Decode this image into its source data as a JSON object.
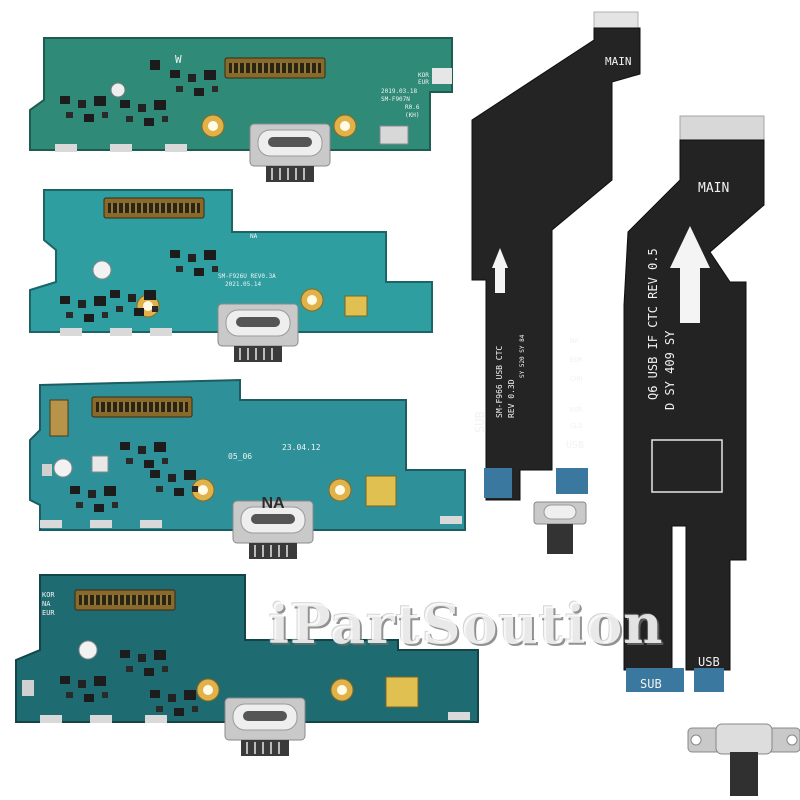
{
  "watermark": "iPartSoution",
  "boards": [
    {
      "marks": [
        "W",
        "KOR",
        "EUR",
        "2019.03.18",
        "SM-F907N",
        "R0.6",
        "(KH)"
      ]
    },
    {
      "marks": [
        "SM-F926U REV0.3A",
        "2021.05.14",
        "NA"
      ]
    },
    {
      "marks": [
        "05_06",
        "23.04.12",
        "NA"
      ]
    },
    {
      "marks": [
        "KOR",
        "NA",
        "EUR"
      ]
    }
  ],
  "flex_left": {
    "main_label": "MAIN",
    "model_text": "SM-F966 USB CTC",
    "rev_text": "REV 0.3D",
    "rev_extra": "SY 520 SY 84",
    "regions": [
      "NA",
      "EUR",
      "CHN",
      "KOR",
      "GLO"
    ],
    "sub_label": "SUB",
    "usb_label": "USB"
  },
  "flex_right": {
    "main_label": "MAIN",
    "line1": "Q6 USB IF CTC REV 0.5",
    "line2": "D SY 409 SY",
    "usb_label": "USB",
    "sub_label": "SUB"
  }
}
